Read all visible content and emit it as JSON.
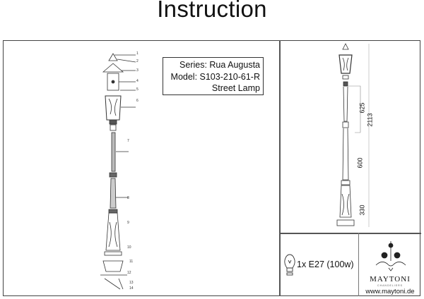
{
  "title": "Instruction",
  "info": {
    "series": "Series: Rua Augusta",
    "model": "Model: S103-210-61-R",
    "type": "Street Lamp"
  },
  "part_labels": [
    "1",
    "2",
    "3",
    "4",
    "5",
    "6",
    "7",
    "8",
    "9",
    "10",
    "11",
    "12",
    "13",
    "14"
  ],
  "dimensions": {
    "total": "2113",
    "upper": "625",
    "middle": "600",
    "base": "330"
  },
  "bulb": {
    "icon": "light-bulb-icon",
    "text": "1x E27 (100w)"
  },
  "brand": {
    "name": "MAYTONI",
    "tagline": "CHANDELIERS",
    "url": "www.maytoni.de"
  }
}
